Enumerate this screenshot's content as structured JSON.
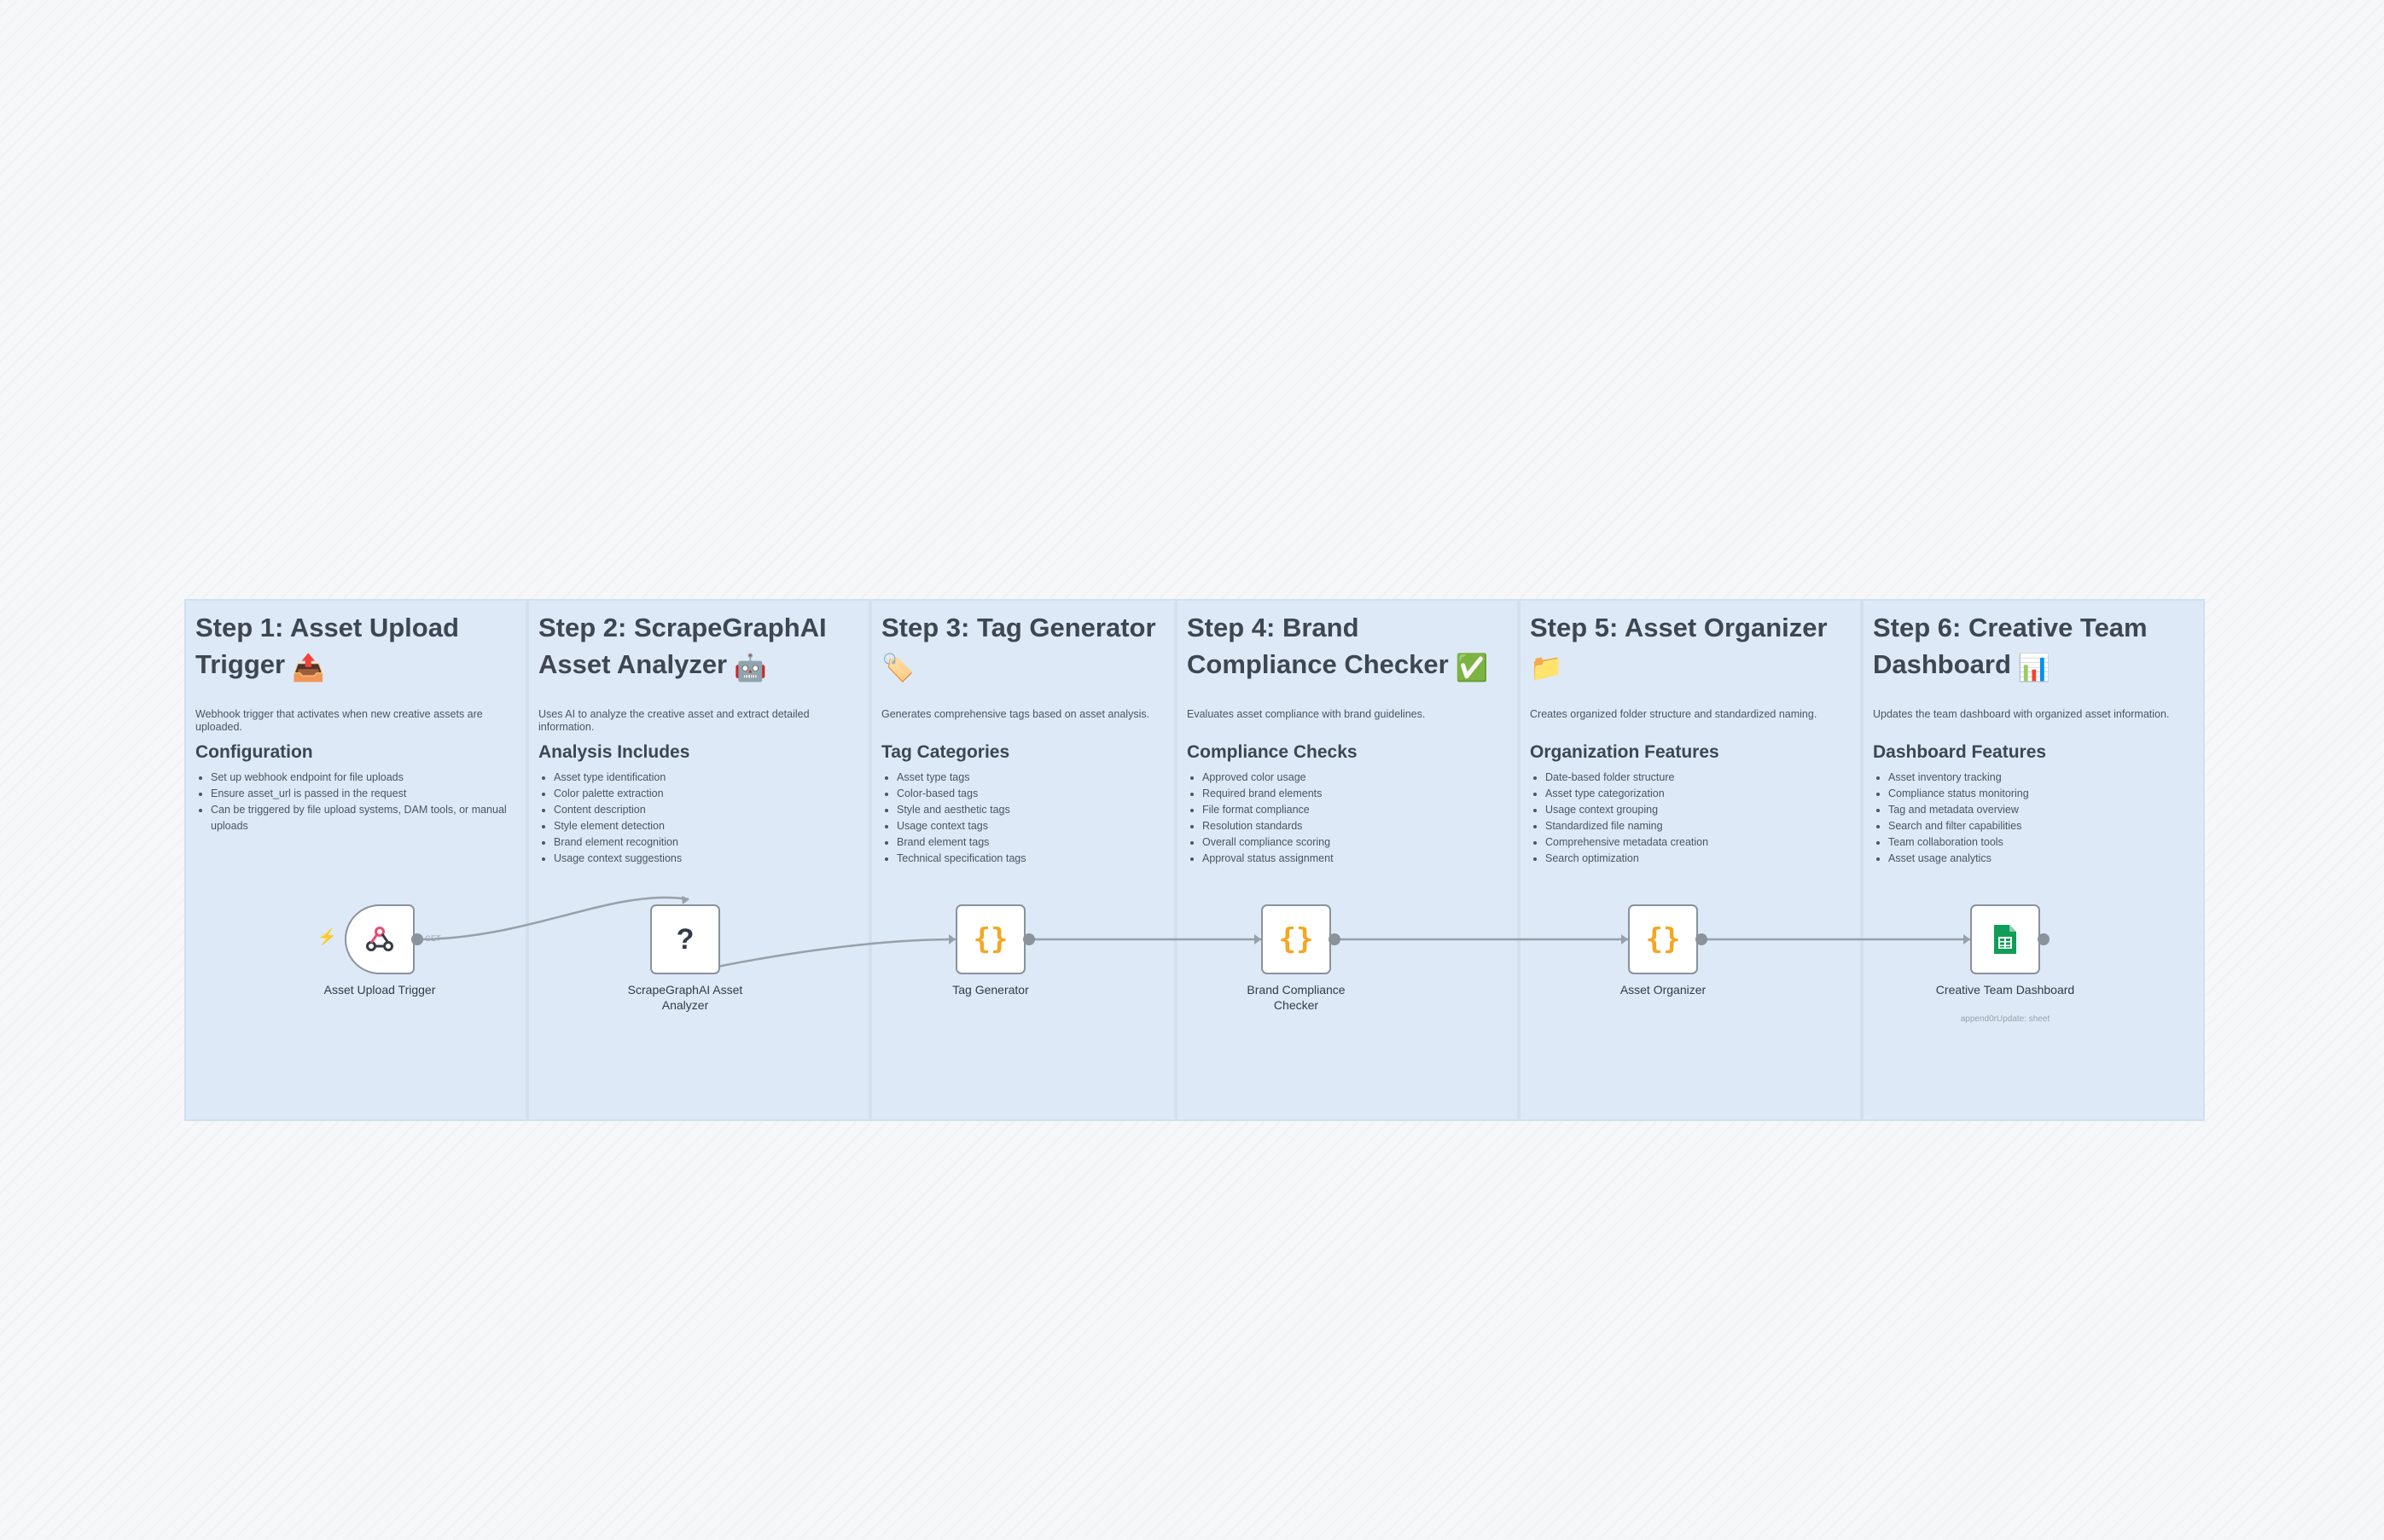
{
  "sections": [
    {
      "title": "Step 1: Asset Upload Trigger",
      "emoji": "📤",
      "description": "Webhook trigger that activates when new creative assets are uploaded.",
      "heading": "Configuration",
      "items": [
        "Set up webhook endpoint for file uploads",
        "Ensure asset_url is passed in the request",
        "Can be triggered by file upload systems, DAM tools, or manual uploads"
      ]
    },
    {
      "title": "Step 2: ScrapeGraphAI Asset Analyzer",
      "emoji": "🤖",
      "description": "Uses AI to analyze the creative asset and extract detailed information.",
      "heading": "Analysis Includes",
      "items": [
        "Asset type identification",
        "Color palette extraction",
        "Content description",
        "Style element detection",
        "Brand element recognition",
        "Usage context suggestions"
      ]
    },
    {
      "title": "Step 3: Tag Generator",
      "emoji": "🏷️",
      "description": "Generates comprehensive tags based on asset analysis.",
      "heading": "Tag Categories",
      "items": [
        "Asset type tags",
        "Color-based tags",
        "Style and aesthetic tags",
        "Usage context tags",
        "Brand element tags",
        "Technical specification tags"
      ]
    },
    {
      "title": "Step 4: Brand Compliance Checker",
      "emoji": "✅",
      "description": "Evaluates asset compliance with brand guidelines.",
      "heading": "Compliance Checks",
      "items": [
        "Approved color usage",
        "Required brand elements",
        "File format compliance",
        "Resolution standards",
        "Overall compliance scoring",
        "Approval status assignment"
      ]
    },
    {
      "title": "Step 5: Asset Organizer",
      "emoji": "📁",
      "description": "Creates organized folder structure and standardized naming.",
      "heading": "Organization Features",
      "items": [
        "Date-based folder structure",
        "Asset type categorization",
        "Usage context grouping",
        "Standardized file naming",
        "Comprehensive metadata creation",
        "Search optimization"
      ]
    },
    {
      "title": "Step 6: Creative Team Dashboard",
      "emoji": "📊",
      "description": "Updates the team dashboard with organized asset information.",
      "heading": "Dashboard Features",
      "items": [
        "Asset inventory tracking",
        "Compliance status monitoring",
        "Tag and metadata overview",
        "Search and filter capabilities",
        "Team collaboration tools",
        "Asset usage analytics"
      ]
    }
  ],
  "nodes": [
    {
      "label": "Asset Upload Trigger",
      "icon": "webhook-icon"
    },
    {
      "label": "ScrapeGraphAI Asset Analyzer",
      "icon": "question-mark-icon",
      "glyph": "?"
    },
    {
      "label": "Tag Generator",
      "icon": "code-braces-icon",
      "glyph": "{}"
    },
    {
      "label": "Brand Compliance Checker",
      "icon": "code-braces-icon",
      "glyph": "{}"
    },
    {
      "label": "Asset Organizer",
      "icon": "code-braces-icon",
      "glyph": "{}"
    },
    {
      "label": "Creative Team Dashboard",
      "icon": "google-sheets-icon",
      "subtitle": "append0rUpdate: sheet"
    }
  ],
  "trigger_marker": "⚡",
  "webhook_method": "GET",
  "colors": {
    "section_bg": "#dde9f6",
    "node_border": "#8a929c",
    "code_accent": "#f5a623",
    "webhook_accent": "#ea4b71",
    "sheets_green": "#0f9d58"
  }
}
